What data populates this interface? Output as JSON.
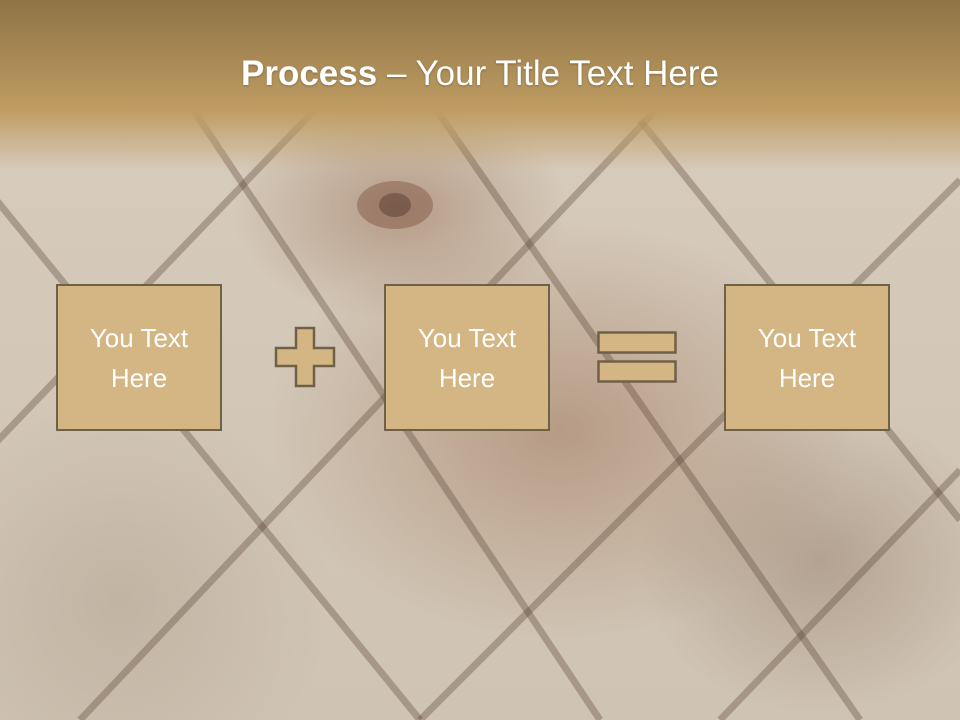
{
  "slide": {
    "title_bold": "Process",
    "title_rest": " – Your Title Text Here"
  },
  "process": {
    "boxes": [
      {
        "label_line1": "You Text",
        "label_line2": "Here"
      },
      {
        "label_line1": "You Text",
        "label_line2": "Here"
      },
      {
        "label_line1": "You Text",
        "label_line2": "Here"
      }
    ],
    "operators": [
      "plus-icon",
      "equals-icon"
    ]
  },
  "colors": {
    "title_band": "#b08f58",
    "box_fill": "#d4b684",
    "box_border": "#6f6048",
    "text": "#ffffff"
  }
}
